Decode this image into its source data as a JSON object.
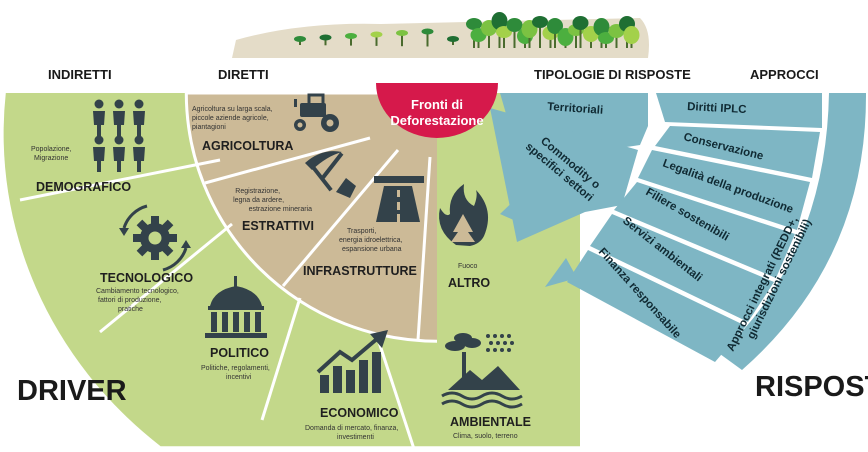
{
  "headers": {
    "indiretti": "INDIRETTI",
    "diretti": "DIRETTI",
    "tipologie": "TIPOLOGIE DI RISPOSTE",
    "approcci": "APPROCCI"
  },
  "center": {
    "line1": "Fronti di",
    "line2": "Deforestazione"
  },
  "big_labels": {
    "driver": "DRIVER",
    "risposte": "RISPOSTE"
  },
  "direct": [
    {
      "title": "AGRICOLTURA",
      "desc": [
        "Agricoltura su larga scala,",
        "piccole aziende agricole,",
        "piantagioni"
      ],
      "icon": "tractor-icon"
    },
    {
      "title": "ESTRATTIVI",
      "desc": [
        "Registrazione,",
        "legna da ardere,",
        "estrazione mineraria"
      ],
      "icon": "pickaxe-shovel-icon"
    },
    {
      "title": "INFRASTRUTTURE",
      "desc": [
        "Trasporti,",
        "energia idroelettrica,",
        "espansione urbana"
      ],
      "icon": "road-icon"
    },
    {
      "title": "ALTRO",
      "desc": [
        "Fuoco"
      ],
      "icon": "fire-tree-icon"
    }
  ],
  "indirect": [
    {
      "title": "DEMOGRAFICO",
      "desc": [
        "Popolazione,",
        "Migrazione"
      ],
      "icon": "people-icon"
    },
    {
      "title": "TECNOLOGICO",
      "desc": [
        "Cambiamento tecnologico,",
        "fattori di produzione,",
        "pratiche"
      ],
      "icon": "gear-icon"
    },
    {
      "title": "POLITICO",
      "desc": [
        "Politiche, regolamenti,",
        "incentivi"
      ],
      "icon": "government-building-icon"
    },
    {
      "title": "ECONOMICO",
      "desc": [
        "Domanda di mercato, finanza,",
        "investimenti"
      ],
      "icon": "growth-chart-icon"
    },
    {
      "title": "AMBIENTALE",
      "desc": [
        "Clima, suolo, terreno"
      ],
      "icon": "landscape-icon"
    }
  ],
  "response_types": [
    {
      "lines": [
        "Territoriali"
      ]
    },
    {
      "lines": [
        "Commodity o",
        "specifici settori"
      ]
    }
  ],
  "approaches": [
    "Diritti IPLC",
    "Conservazione",
    "Legalità della produzione",
    "Filiere sostenibili",
    "Servizi ambientali",
    "Finanza responsabile"
  ],
  "integrated": {
    "lines": [
      "Approcci integrati (REDD+,",
      "giurisdizioni sostenibili)"
    ]
  },
  "colors": {
    "green": "#c3d88a",
    "tan": "#ccba97",
    "blue": "#7eb6c4",
    "red": "#d6194b",
    "line": "#ffffff"
  }
}
